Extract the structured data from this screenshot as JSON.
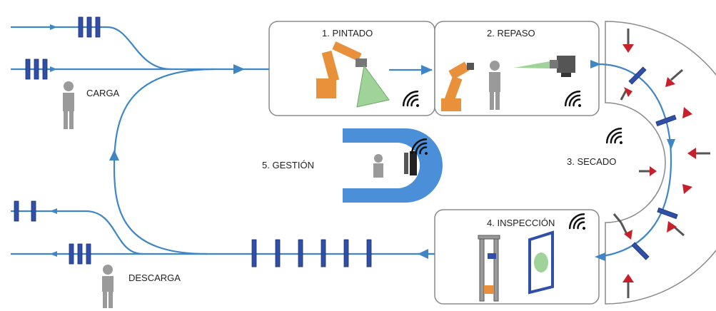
{
  "stations": {
    "pintado": "1. PINTADO",
    "repaso": "2. REPASO",
    "secado": "3. SECADO",
    "inspeccion": "4. INSPECCIÓN",
    "gestion": "5. GESTIÓN"
  },
  "zones": {
    "carga": "CARGA",
    "descarga": "DESCARGA"
  },
  "colors": {
    "line": "#3f86c7",
    "rack": "#2f4fa8",
    "robot": "#e8913a",
    "spray": "#9fd39a",
    "person": "#9a9a9a",
    "nozzle": "#c8202b",
    "gestion_panel": "#4a8fd8"
  },
  "icons": [
    "wifi-icon",
    "person-icon",
    "robot-arm-icon",
    "camera-icon",
    "spray-cone-icon",
    "inspection-frame-icon"
  ]
}
